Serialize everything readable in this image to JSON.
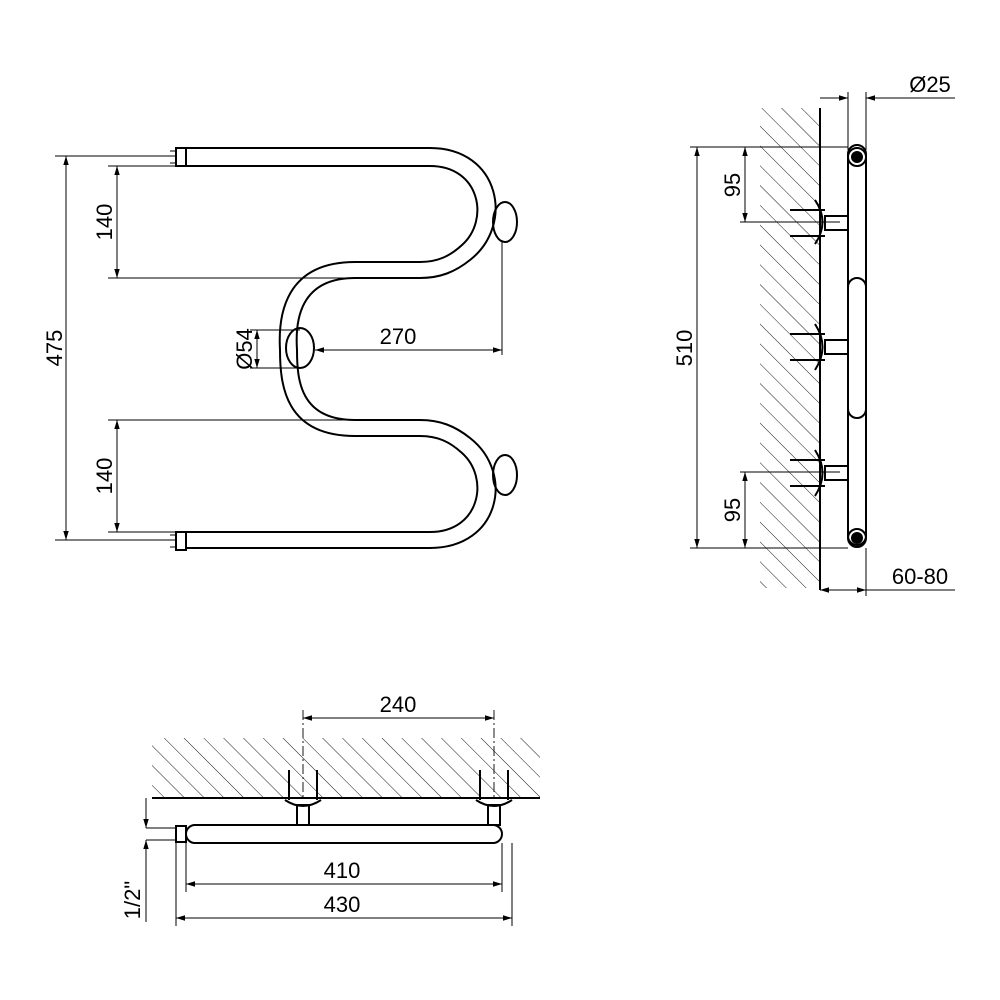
{
  "front_view": {
    "dim_height": "475",
    "dim_spacing_top": "140",
    "dim_spacing_bottom": "140",
    "dim_pipe_diameter": "Ø54",
    "dim_width": "270"
  },
  "side_view": {
    "dim_tube_diameter": "Ø25",
    "dim_height": "510",
    "dim_top_offset": "95",
    "dim_bottom_offset": "95",
    "dim_wall_distance": "60-80"
  },
  "top_view": {
    "dim_mount_spacing": "240",
    "dim_inner_length": "410",
    "dim_total_length": "430",
    "dim_thread": "1/2\""
  }
}
